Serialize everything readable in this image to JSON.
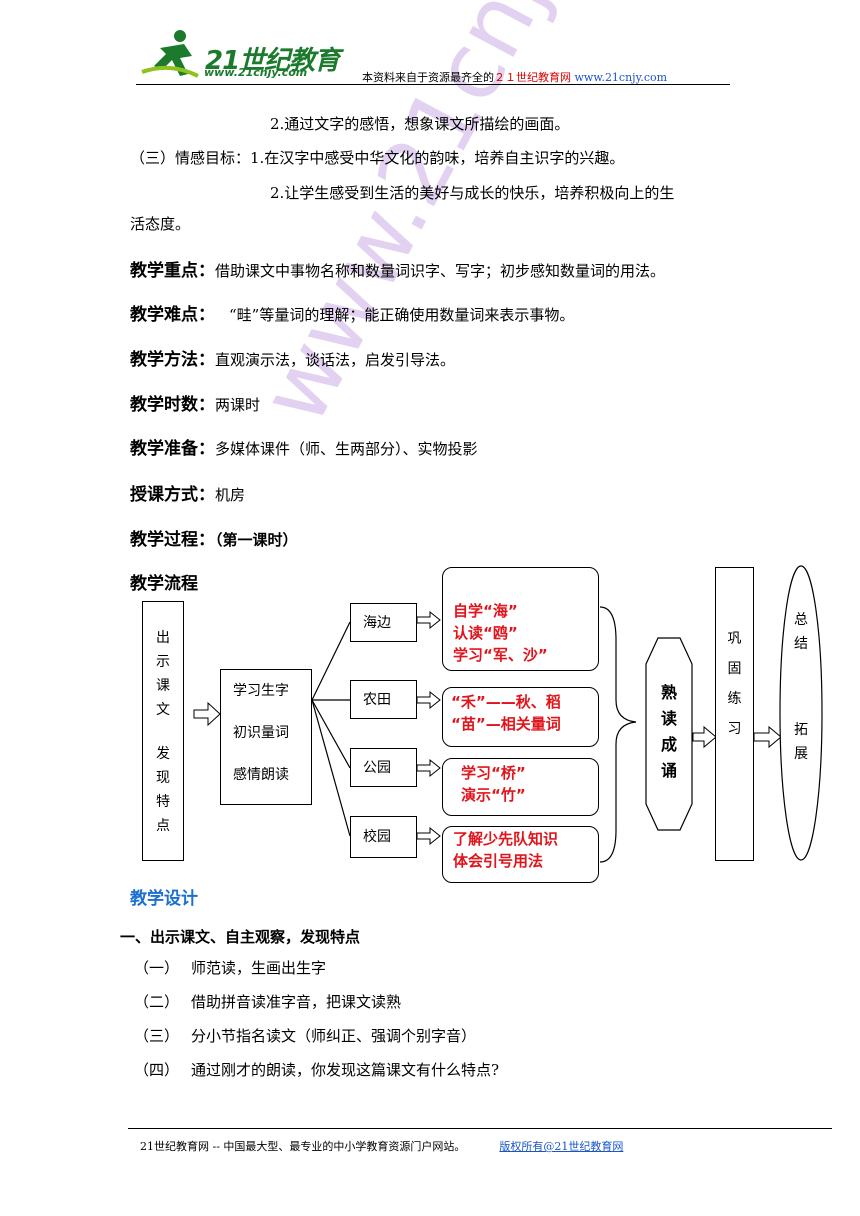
{
  "header": {
    "logo_text": "21世纪教育",
    "logo_url": "www.21cnjy.com",
    "note_prefix": "本资料来自于资源最齐全的",
    "note_site": "２１世纪教育网",
    "note_url": "www.21cnjy.com",
    "colors": {
      "logo": "#1b7a2c",
      "red": "#d40000",
      "blue": "#1a55c9"
    }
  },
  "body": {
    "line1": "2.通过文字的感悟，想象课文所描绘的画面。",
    "line2": "（三）情感目标：1.在汉字中感受中华文化的韵味，培养自主识字的兴趣。",
    "line3": "2.让学生感受到生活的美好与成长的快乐，培养积极向上的生",
    "line4": "活态度。",
    "focus_label": "教学重点：",
    "focus_text": "借助课文中事物名称和数量词识字、写字；初步感知数量词的用法。",
    "difficulty_label": "教学难点：",
    "difficulty_text": "“畦”等量词的理解；能正确使用数量词来表示事物。",
    "method_label": "教学方法：",
    "method_text": "直观演示法，谈话法，启发引导法。",
    "hours_label": "教学时数：",
    "hours_text": "两课时",
    "prep_label": "教学准备：",
    "prep_text": "多媒体课件（师、生两部分）、实物投影",
    "mode_label": "授课方式：",
    "mode_text": "机房",
    "process_label": "教学过程：",
    "process_text": "（第一课时）",
    "flow_title": "教学流程"
  },
  "diagram": {
    "start": [
      "出",
      "示",
      "课",
      "文",
      "",
      "发",
      "现",
      "特",
      "点"
    ],
    "learn": [
      "学习生字",
      "初识量词",
      "感情朗读"
    ],
    "places": [
      "海边",
      "农田",
      "公园",
      "校园"
    ],
    "tasks": [
      [
        "自学“海”",
        "认读“鸥”",
        "学习“军、沙”"
      ],
      [
        "“禾”——秋、稻",
        "“苗”—相关量词"
      ],
      [
        "学习“桥”",
        "演示“竹”"
      ],
      [
        "了解少先队知识",
        "体会引号用法"
      ]
    ],
    "read": [
      "熟",
      "读",
      "成",
      "诵"
    ],
    "consolidate": [
      "巩",
      "固",
      "练",
      "习"
    ],
    "summary": [
      "总",
      "结",
      "",
      "拓",
      "展"
    ],
    "colors": {
      "task_text": "#e1141b"
    }
  },
  "design": {
    "title": "教学设计",
    "section1": "一、出示课文、自主观察，发现特点",
    "items": [
      {
        "num": "（一）",
        "text": "师范读，生画出生字"
      },
      {
        "num": "（二）",
        "text": "借助拼音读准字音，把课文读熟"
      },
      {
        "num": "（三）",
        "text": "分小节指名读文（师纠正、强调个别字音）"
      },
      {
        "num": "（四）",
        "text": "通过刚才的朗读，你发现这篇课文有什么特点?"
      }
    ]
  },
  "watermark": "www.21cnjy.com",
  "footer": {
    "text": "21世纪教育网 -- 中国最大型、最专业的中小学教育资源门户网站。",
    "link": "版权所有@21世纪教育网"
  }
}
